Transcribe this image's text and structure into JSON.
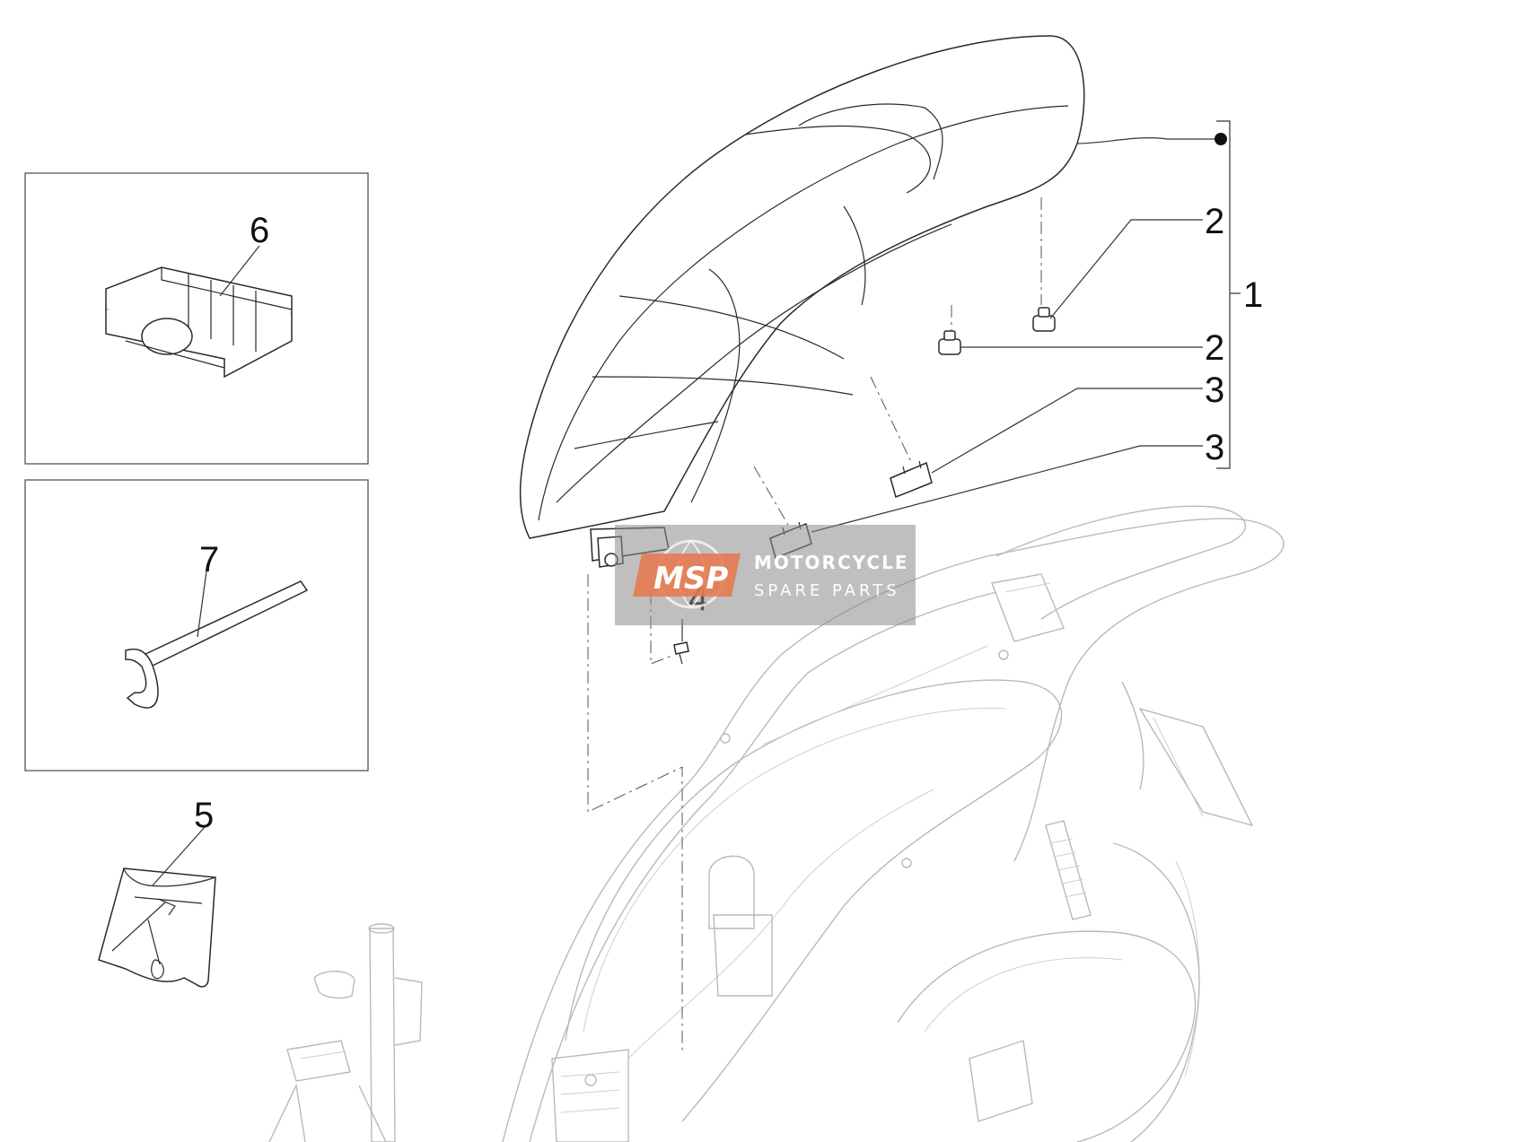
{
  "diagram": {
    "callouts": {
      "c1": "1",
      "c2a": "2",
      "c2b": "2",
      "c3a": "3",
      "c3b": "3",
      "c4": "4",
      "c5": "5",
      "c6": "6",
      "c7": "7"
    },
    "watermark": {
      "logo_text": "MSP",
      "title": "MOTORCYCLE",
      "subtitle": "SPARE PARTS"
    }
  },
  "colors": {
    "watermark_bg": "#8a8a8a",
    "watermark_logo": "#e8774a",
    "line_dark": "#2a2a2a",
    "line_ghost": "#b9b9b9"
  }
}
